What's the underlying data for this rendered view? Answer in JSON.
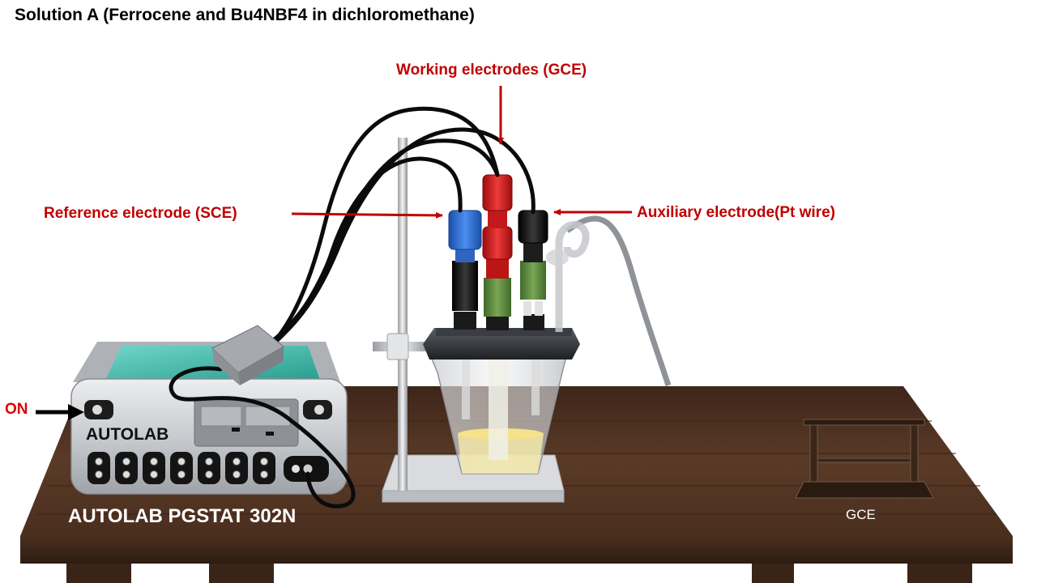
{
  "title": "Solution A (Ferrocene and Bu4NBF4 in dichloromethane)",
  "labels": {
    "working": "Working electrodes (GCE)",
    "reference": "Reference electrode (SCE)",
    "auxiliary": "Auxiliary electrode(Pt wire)",
    "on": "ON",
    "device_name": "AUTOLAB",
    "device_model": "AUTOLAB PGSTAT 302N",
    "gce": "GCE"
  },
  "colors": {
    "label_red": "#C00000",
    "table_wood": "#4A2E1E",
    "device_body": "#C9CCCF",
    "device_top_panel": "#3FB8A8",
    "reference_electrode": "#2E6FD0",
    "working_electrode": "#D41E1E",
    "auxiliary_electrode": "#151515",
    "solution": "#F1E6A8"
  }
}
